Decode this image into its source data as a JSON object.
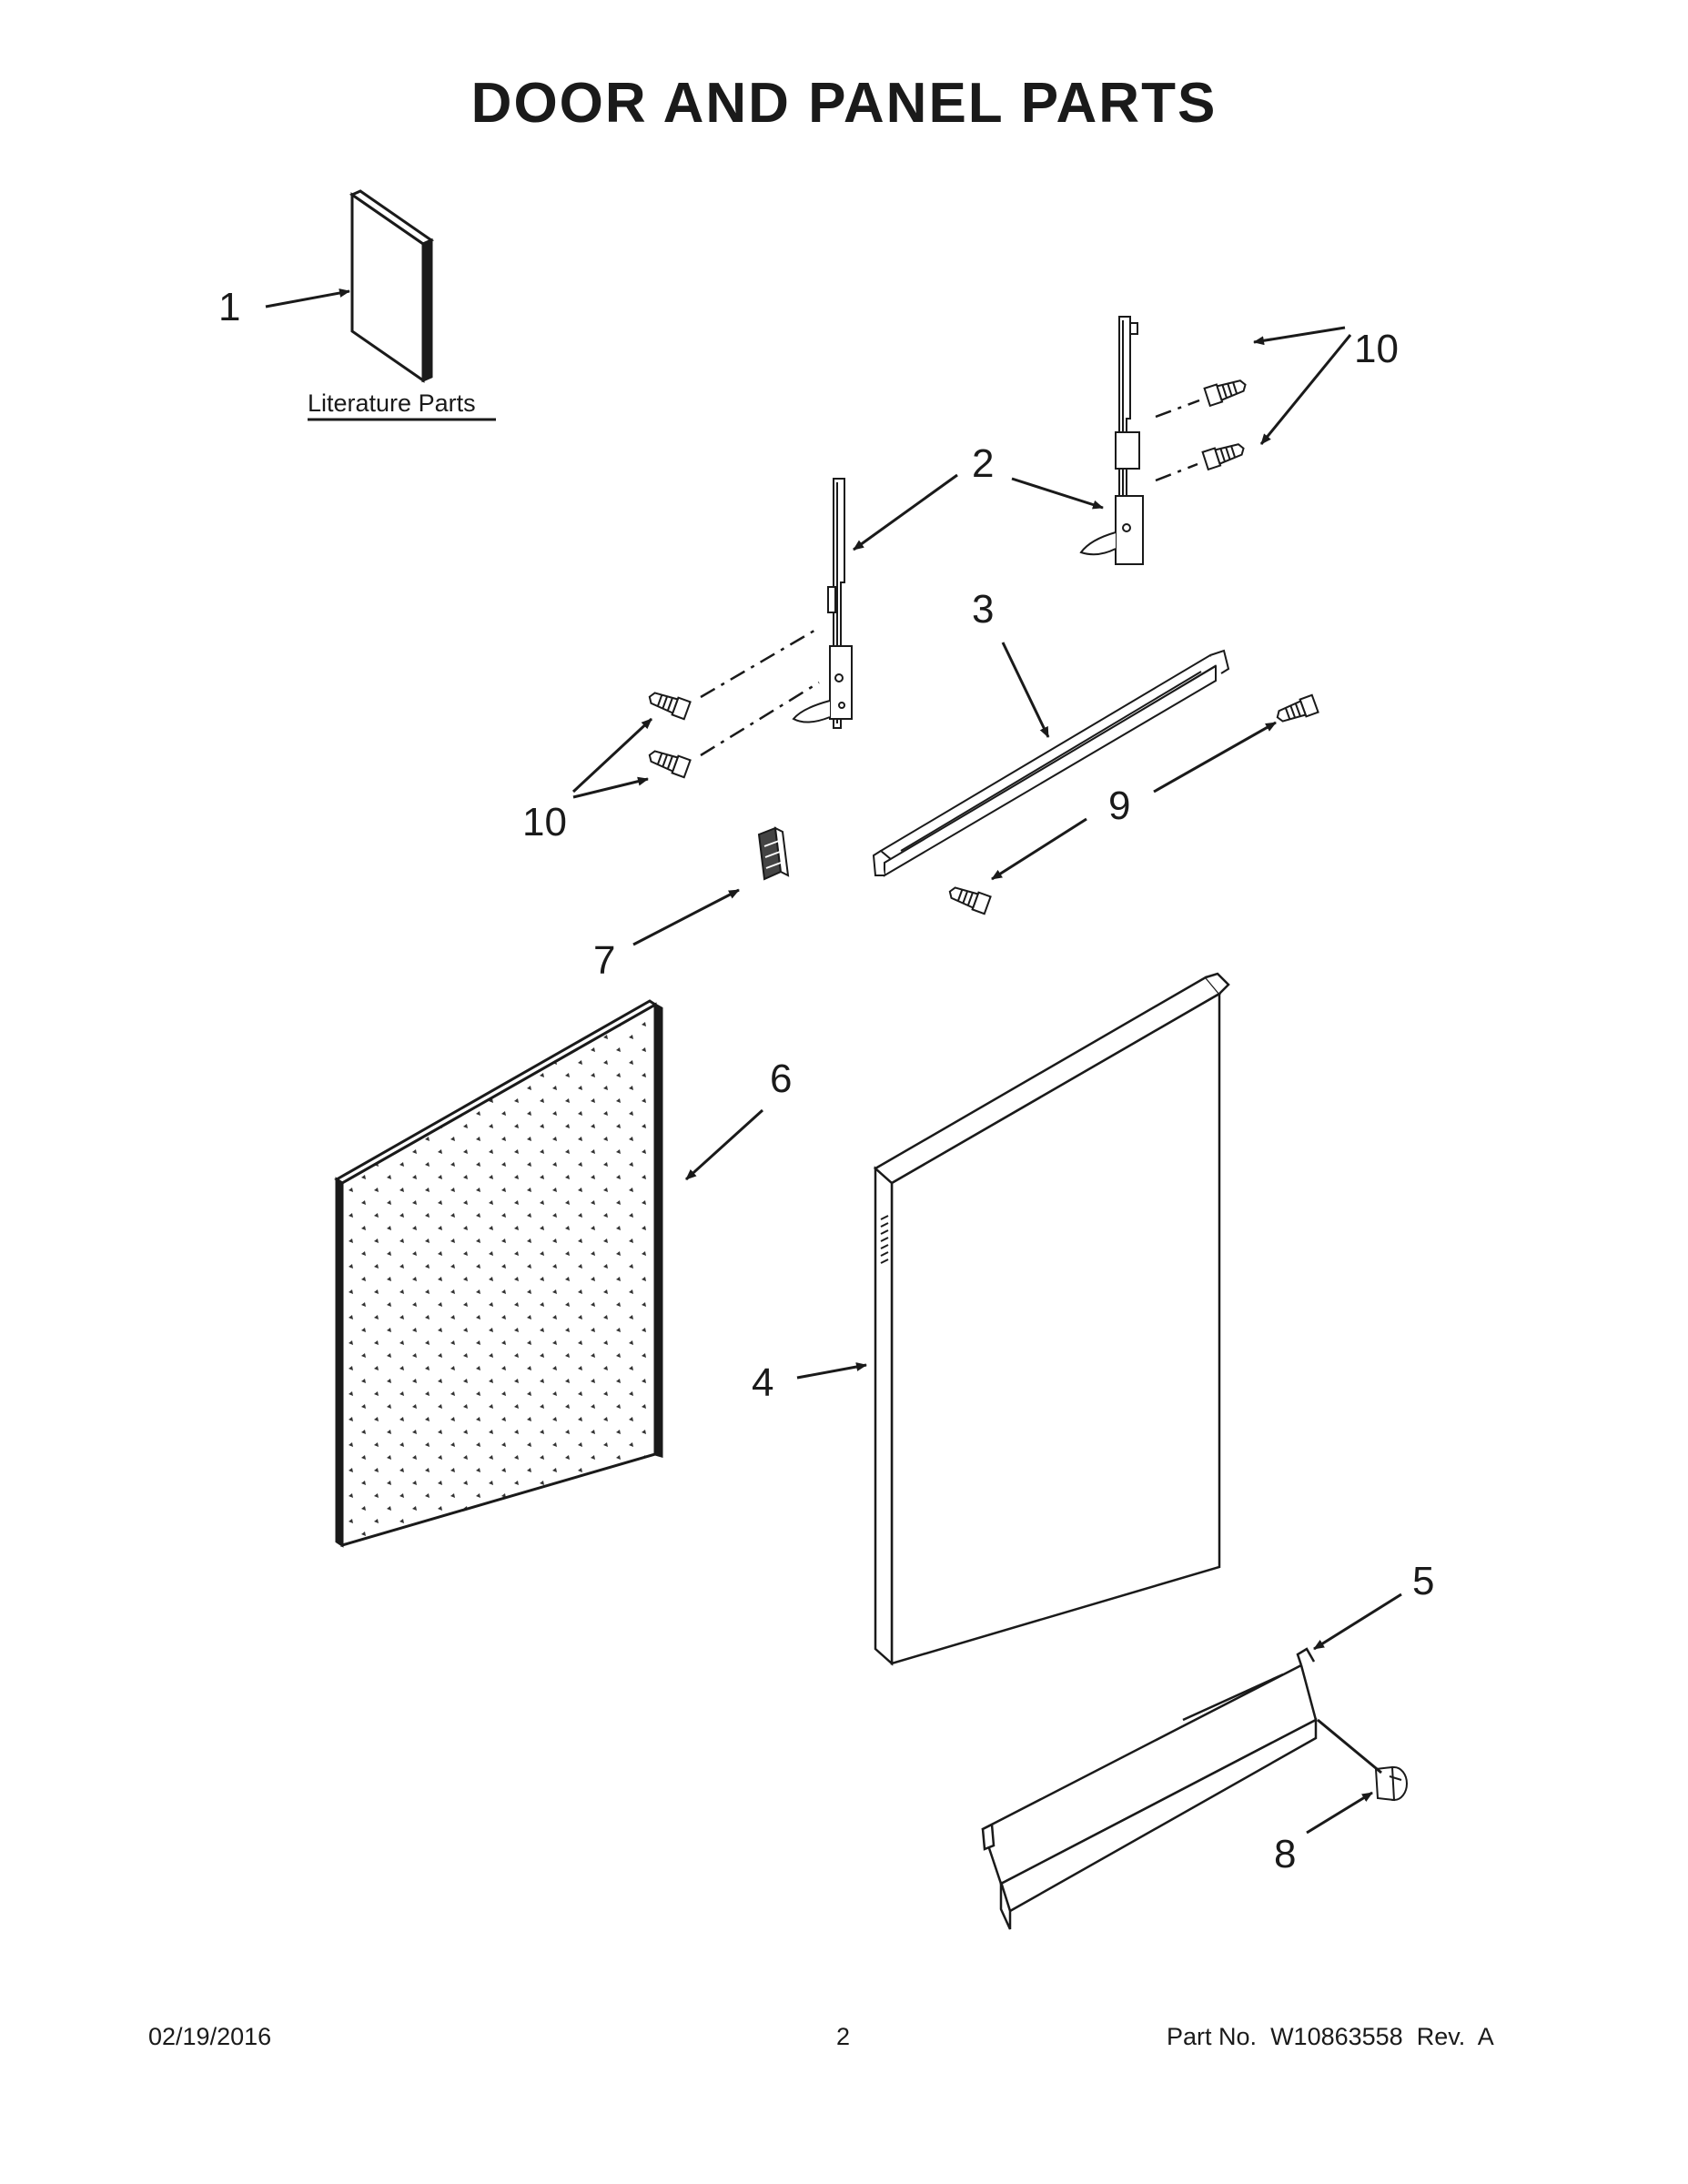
{
  "page": {
    "title": "DOOR AND PANEL PARTS",
    "footer": {
      "date": "02/19/2016",
      "page_number": "2",
      "part_no_label": "Part No.",
      "part_no": "W10863558",
      "rev_label": "Rev.",
      "rev": "A"
    }
  },
  "diagram": {
    "literature_label": "Literature Parts",
    "callouts": {
      "c1": "1",
      "c2": "2",
      "c3": "3",
      "c4": "4",
      "c5": "5",
      "c6": "6",
      "c7": "7",
      "c8": "8",
      "c9": "9",
      "c10a": "10",
      "c10b": "10"
    }
  }
}
